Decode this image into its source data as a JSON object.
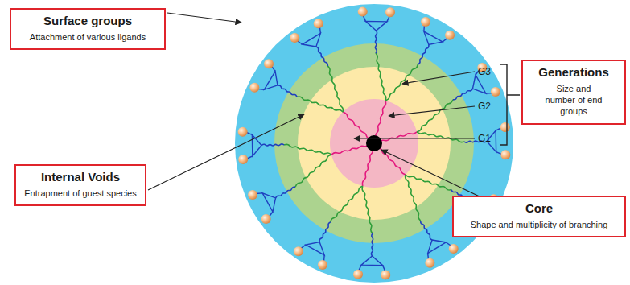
{
  "diagram": {
    "nodes": [
      {
        "text": [
          "Surface groups",
          "Attachment of various ligands"
        ]
      },
      {
        "text": [
          "Generations",
          "Size and number of end groups"
        ]
      },
      {
        "text": [
          "Internal Voids",
          "Entrapment of guest species"
        ]
      },
      {
        "text": [
          "Core",
          "Shape and multiplicity of branching"
        ]
      }
    ],
    "labels": [
      "G3",
      "G2",
      "G1"
    ]
  }
}
